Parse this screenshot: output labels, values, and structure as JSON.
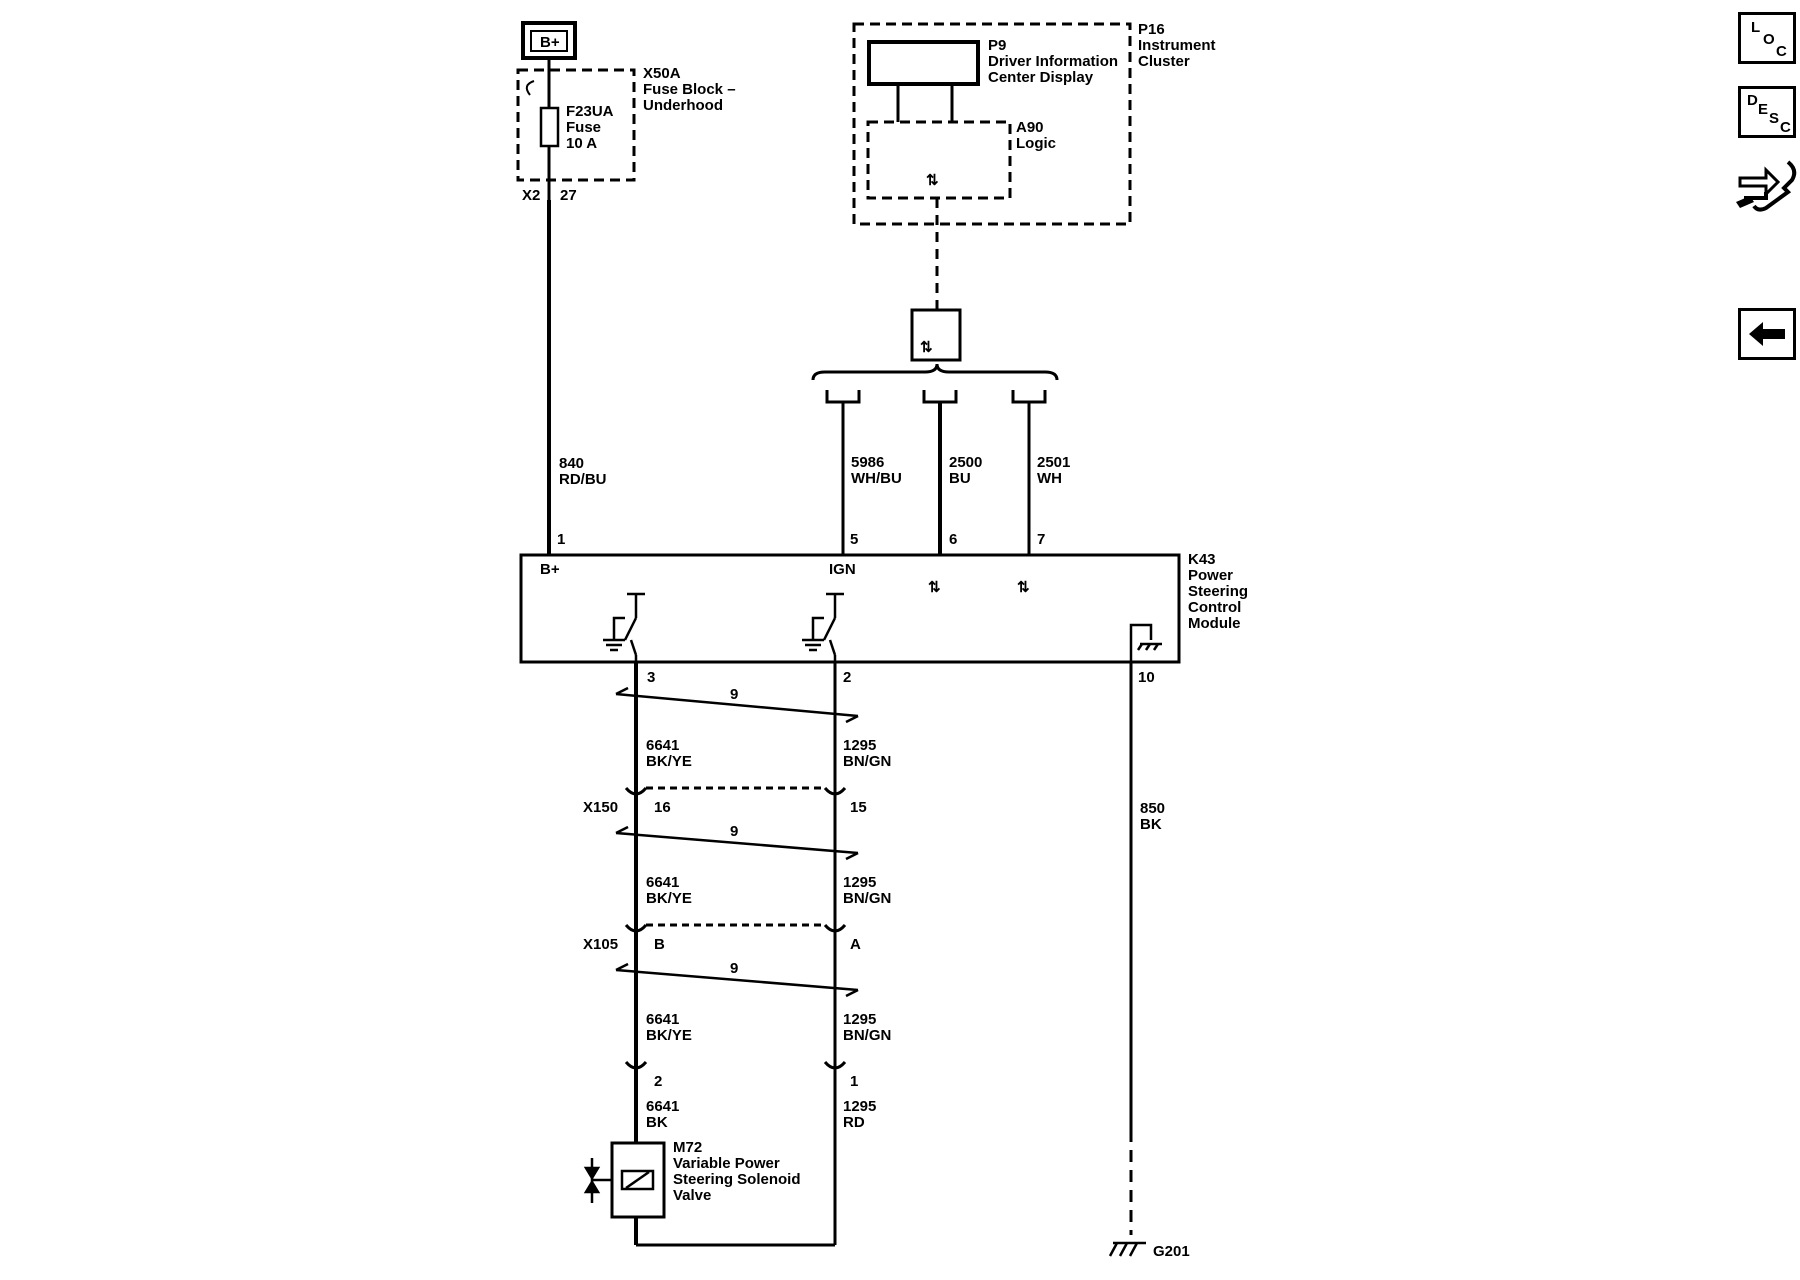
{
  "nav": {
    "loc": {
      "l1": "L",
      "l2": "O",
      "l3": "C"
    },
    "desc": {
      "l1": "D",
      "l2": "E",
      "l3": "S",
      "l4": "C"
    }
  },
  "diagram": {
    "battery": "B+",
    "fuse_block": {
      "id": "X50A",
      "name": "Fuse Block –",
      "name2": "Underhood"
    },
    "fuse": {
      "id": "F23UA",
      "type": "Fuse",
      "rating": "10 A"
    },
    "fuse_pins": {
      "conn": "X2",
      "pin": "27"
    },
    "cluster": {
      "id": "P16",
      "name": "Instrument",
      "name2": "Cluster"
    },
    "display": {
      "id": "P9",
      "name": "Driver Information",
      "name2": "Center Display"
    },
    "logic": {
      "id": "A90",
      "name": "Logic"
    },
    "wires": {
      "w840": {
        "circuit": "840",
        "color": "RD/BU"
      },
      "w5986": {
        "circuit": "5986",
        "color": "WH/BU"
      },
      "w2500": {
        "circuit": "2500",
        "color": "BU"
      },
      "w2501": {
        "circuit": "2501",
        "color": "WH"
      },
      "w850": {
        "circuit": "850",
        "color": "BK"
      },
      "w6641a": {
        "circuit": "6641",
        "color": "BK/YE"
      },
      "w1295a": {
        "circuit": "1295",
        "color": "BN/GN"
      },
      "w6641b": {
        "circuit": "6641",
        "color": "BK/YE"
      },
      "w1295b": {
        "circuit": "1295",
        "color": "BN/GN"
      },
      "w6641c": {
        "circuit": "6641",
        "color": "BK/YE"
      },
      "w1295c": {
        "circuit": "1295",
        "color": "BN/GN"
      },
      "w6641d": {
        "circuit": "6641",
        "color": "BK"
      },
      "w1295d": {
        "circuit": "1295",
        "color": "RD"
      }
    },
    "module": {
      "id": "K43",
      "name1": "Power",
      "name2": "Steering",
      "name3": "Control",
      "name4": "Module",
      "bplus": "B+",
      "ign": "IGN",
      "pins": {
        "p1": "1",
        "p5": "5",
        "p6": "6",
        "p7": "7",
        "p3": "3",
        "p2": "2",
        "p10": "10"
      }
    },
    "twist": {
      "t1": "9",
      "t2": "9",
      "t3": "9"
    },
    "x150": {
      "id": "X150",
      "p16": "16",
      "p15": "15"
    },
    "x105": {
      "id": "X105",
      "pB": "B",
      "pA": "A"
    },
    "valve_pins": {
      "p2": "2",
      "p1": "1"
    },
    "valve": {
      "id": "M72",
      "name1": "Variable Power",
      "name2": "Steering Solenoid",
      "name3": "Valve"
    },
    "ground": {
      "id": "G201"
    }
  }
}
